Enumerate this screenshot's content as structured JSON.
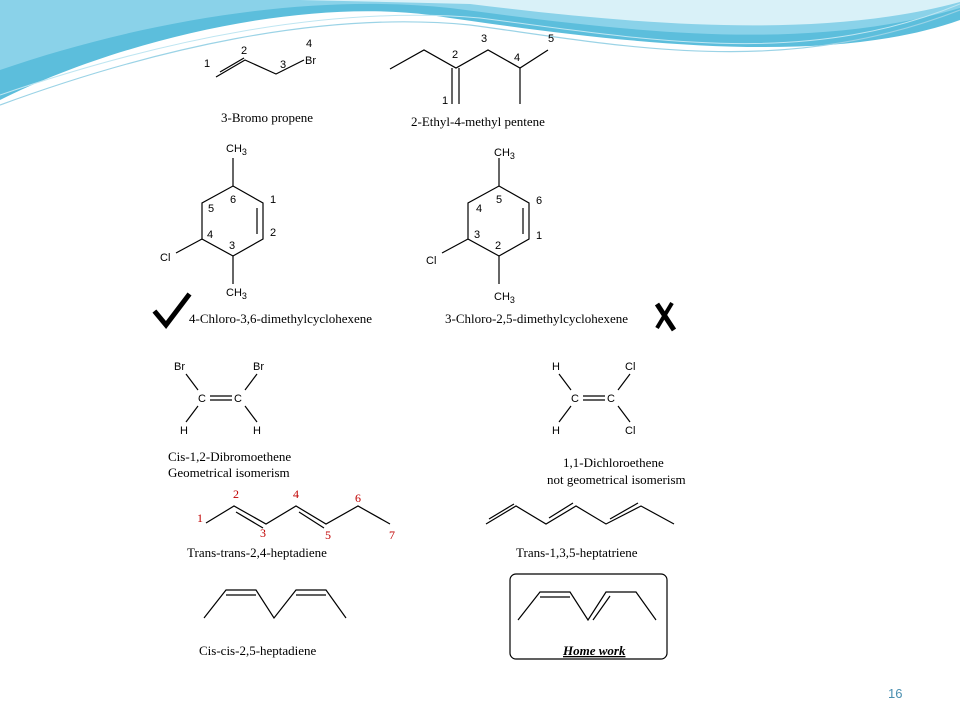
{
  "page_number": "16",
  "colors": {
    "header_wave_dark": "#3fb3d6",
    "header_wave_light": "#bfe6f2",
    "check_mark": "#000000",
    "red_numbering": "#c00000",
    "page_number": "#4a8fb0"
  },
  "marks": {
    "check": "check-mark",
    "cross": "cross-mark"
  },
  "molecules": {
    "bromopropene": {
      "name": "3-Bromo propene",
      "atoms": {
        "br": "Br"
      },
      "numbers": [
        "1",
        "2",
        "3",
        "4"
      ]
    },
    "ethylmethylpentene": {
      "name": "2-Ethyl-4-methyl pentene",
      "numbers": [
        "1",
        "2",
        "3",
        "4",
        "5"
      ]
    },
    "chloro_36": {
      "name": "4-Chloro-3,6-dimethylcyclohexene",
      "atoms": {
        "ch3_top": "CH3",
        "ch3_bottom": "CH3",
        "cl": "Cl"
      },
      "numbers": [
        "1",
        "2",
        "3",
        "4",
        "5",
        "6"
      ]
    },
    "chloro_25": {
      "name": "3-Chloro-2,5-dimethylcyclohexene",
      "atoms": {
        "ch3_top": "CH3",
        "ch3_bottom": "CH3",
        "cl": "Cl"
      },
      "numbers": [
        "1",
        "2",
        "3",
        "4",
        "5",
        "6"
      ]
    },
    "dibromoethene": {
      "name": "Cis-1,2-Dibromoethene",
      "note": "Geometrical isomerism",
      "atoms": {
        "br_left": "Br",
        "br_right": "Br",
        "c_left": "C",
        "c_right": "C",
        "h_left": "H",
        "h_right": "H"
      }
    },
    "dichloroethene": {
      "name": "1,1-Dichloroethene",
      "note": "not geometrical isomerism",
      "atoms": {
        "h_top": "H",
        "cl_top": "Cl",
        "c_left": "C",
        "c_right": "C",
        "h_bottom": "H",
        "cl_bottom": "Cl"
      }
    },
    "heptadiene_trans": {
      "name": "Trans-trans-2,4-heptadiene",
      "numbers": [
        "1",
        "2",
        "3",
        "4",
        "5",
        "6",
        "7"
      ]
    },
    "heptatriene": {
      "name": "Trans-1,3,5-heptatriene"
    },
    "heptadiene_cis": {
      "name": "Cis-cis-2,5-heptadiene"
    },
    "homework": {
      "label": "Home work"
    }
  }
}
